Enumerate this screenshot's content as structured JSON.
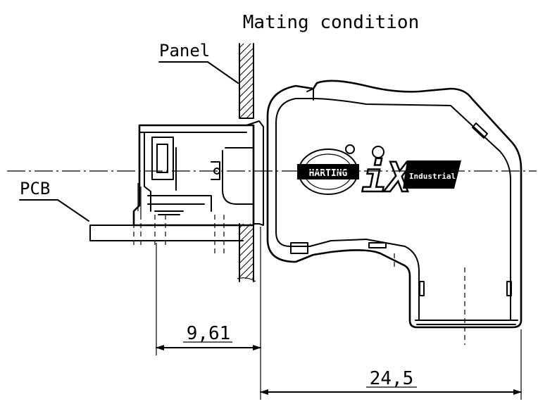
{
  "title": "Mating condition",
  "labels": {
    "panel": "Panel",
    "pcb": "PCB"
  },
  "logos": {
    "brand": "HARTING",
    "product": "iX",
    "product_sub": "Industrial"
  },
  "dimensions": {
    "short": "9,61",
    "long": "24,5"
  }
}
